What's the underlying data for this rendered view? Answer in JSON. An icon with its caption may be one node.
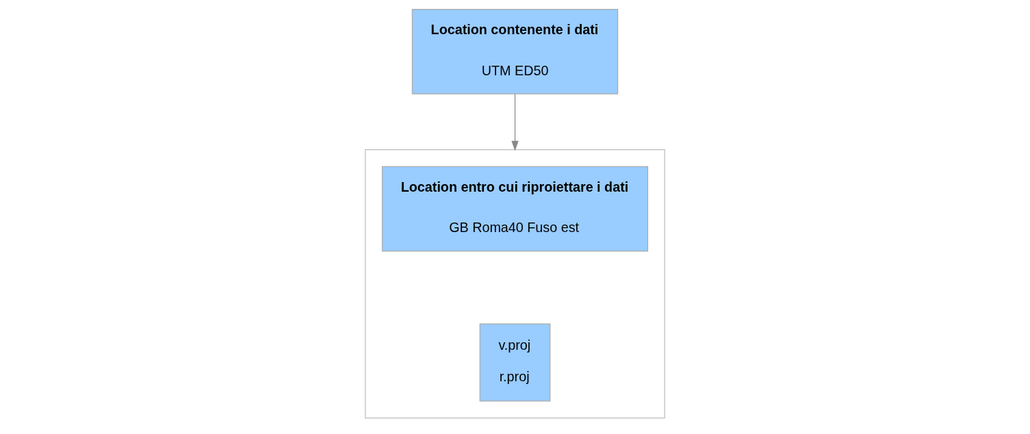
{
  "diagram": {
    "nodes": [
      {
        "text": [
          "Location contenente i dati",
          "UTM ED50"
        ]
      },
      {
        "text": [],
        "shape": "box"
      },
      {
        "text": [
          "Location entro cui riproiettare i dati",
          "GB Roma40 Fuso est"
        ],
        "in": 1
      },
      {
        "text": [
          "v.proj",
          "r.proj"
        ],
        "in": 1
      }
    ],
    "edges": [
      {
        "from": 0,
        "to": 1,
        "arrow": "to"
      }
    ]
  }
}
